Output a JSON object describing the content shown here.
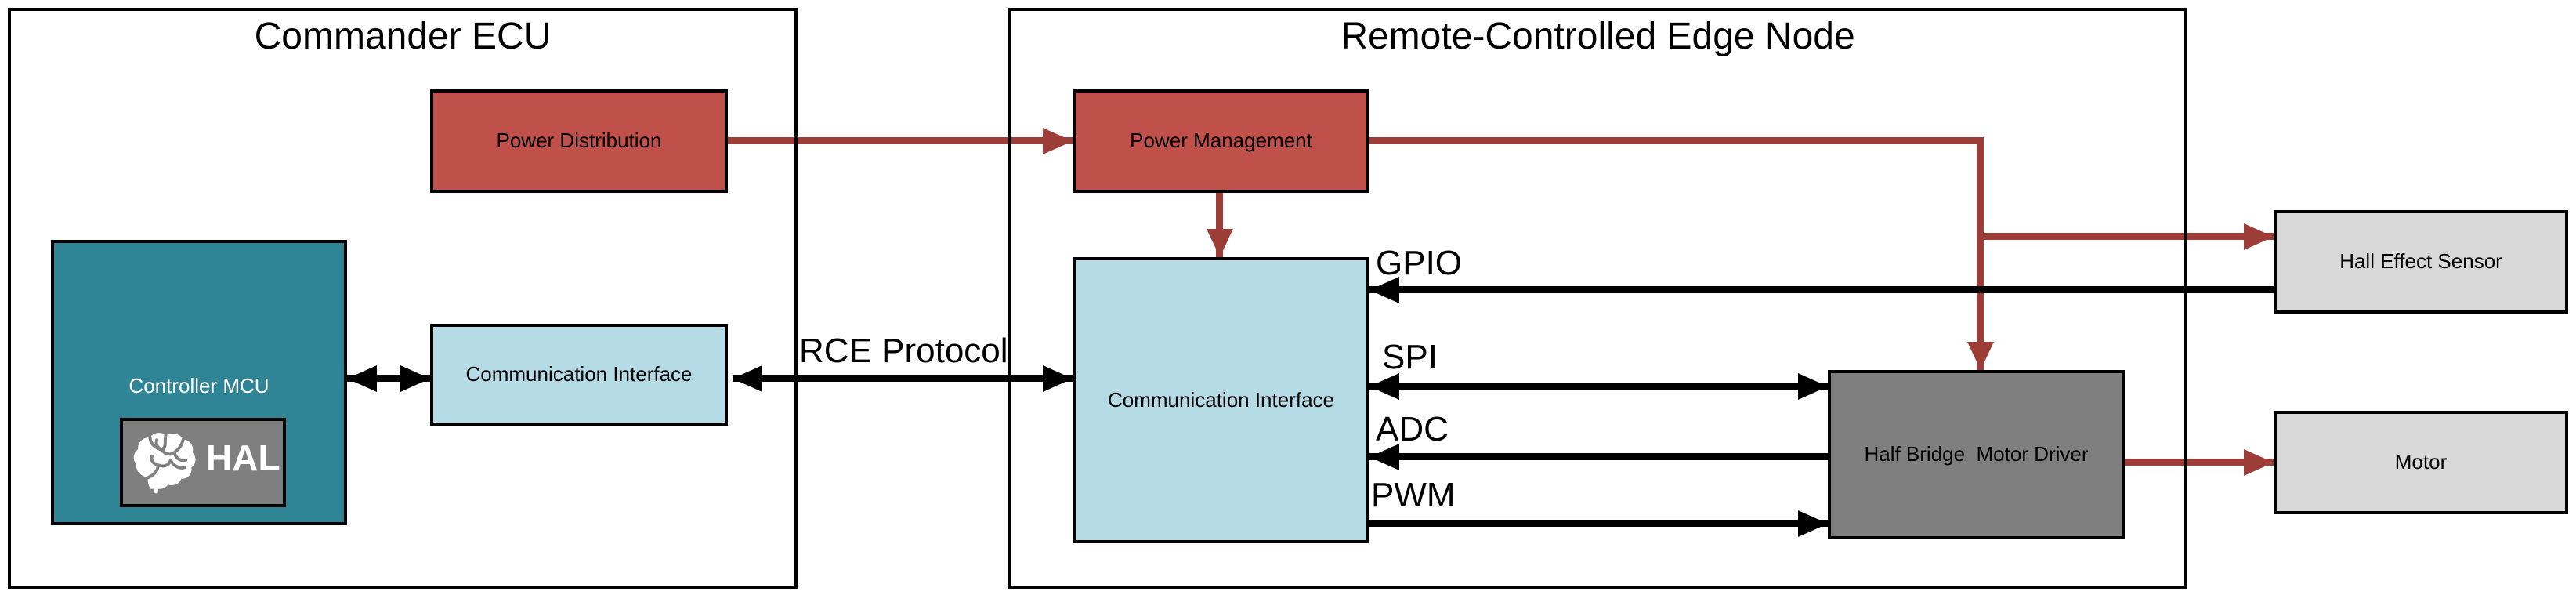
{
  "commander_ecu": {
    "title": "Commander ECU",
    "power_distribution_label": "Power Distribution",
    "controller_mcu_label": "Controller MCU",
    "hal_label": "HAL",
    "comm_interface_label": "Communication Interface"
  },
  "edge_node": {
    "title": "Remote-Controlled Edge Node",
    "power_management_label": "Power Management",
    "comm_interface_label": "Communication Interface",
    "half_bridge_label": "Half Bridge  Motor Driver"
  },
  "peripherals": {
    "hall_sensor_label": "Hall Effect Sensor",
    "motor_label": "Motor"
  },
  "bus_labels": {
    "rce_protocol": "RCE Protocol",
    "gpio": "GPIO",
    "spi": "SPI",
    "adc": "ADC",
    "pwm": "PWM"
  },
  "icons": {
    "hal": "brain-icon"
  },
  "colors": {
    "power_red_fill": "#c0504a",
    "power_red_line": "#9c3d38",
    "mcu_teal_fill": "#2f8496",
    "comm_light_blue_fill": "#b5dbe6",
    "driver_gray_fill": "#7f7f7f",
    "hal_badge_gray_fill": "#7f7f7f",
    "peripheral_light_gray_fill": "#d9d9d9",
    "signal_line_black": "#000000",
    "border_black": "#000000",
    "background_white": "#ffffff"
  }
}
